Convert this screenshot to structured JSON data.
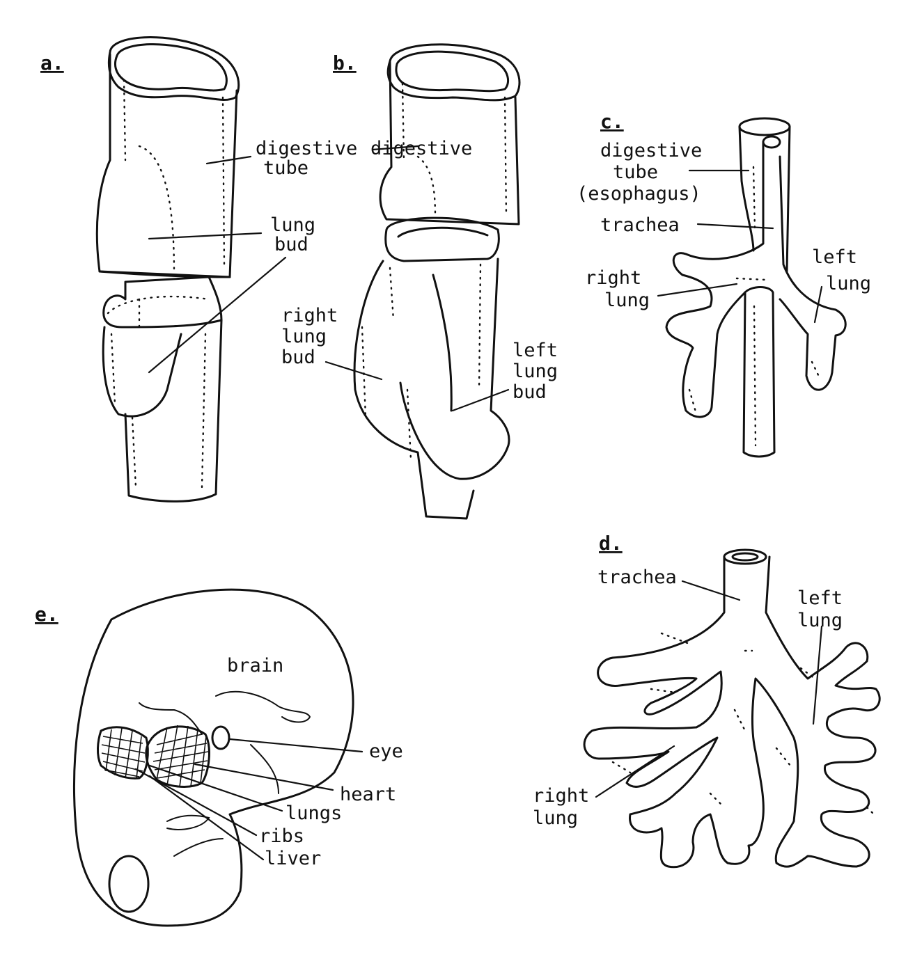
{
  "panels": {
    "a": {
      "label": "a.",
      "digestive_tube": [
        "digestive",
        "tube"
      ],
      "lung_bud": [
        "lung",
        "bud"
      ]
    },
    "b": {
      "label": "b.",
      "digestive_tube": "digestive",
      "right_lung_bud": [
        "right",
        "lung",
        "bud"
      ],
      "left_lung_bud": [
        "left",
        "lung",
        "bud"
      ]
    },
    "c": {
      "label": "c.",
      "digestive_tube": [
        "digestive",
        "tube",
        "(esophagus)"
      ],
      "trachea": "trachea",
      "right_lung": [
        "right",
        "lung"
      ],
      "left_lung": [
        "left",
        "lung"
      ]
    },
    "d": {
      "label": "d.",
      "trachea": "trachea",
      "left_lung": [
        "left",
        "lung"
      ],
      "right_lung": [
        "right",
        "lung"
      ]
    },
    "e": {
      "label": "e.",
      "brain": "brain",
      "eye": "eye",
      "heart": "heart",
      "lungs": "lungs",
      "ribs": "ribs",
      "liver": "liver"
    }
  }
}
